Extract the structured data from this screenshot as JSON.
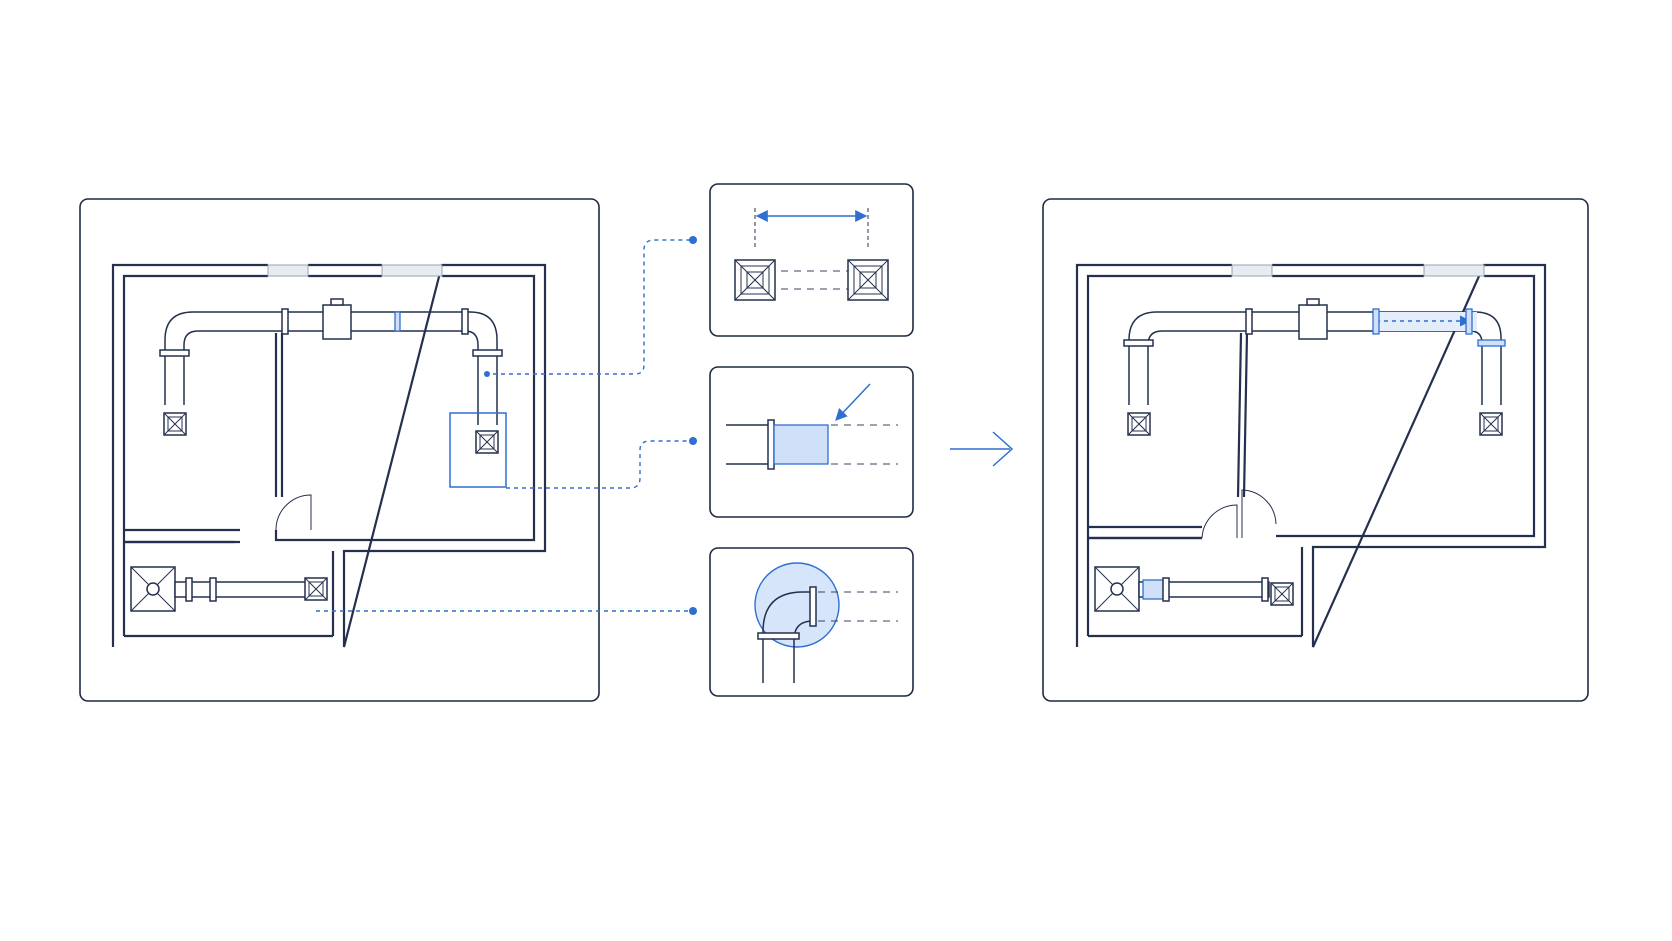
{
  "diagram": {
    "panels": [
      {
        "id": "before-plan",
        "role": "floor plan before adjustment"
      },
      {
        "id": "detail-spacing",
        "role": "detail: spacing between diffusers"
      },
      {
        "id": "detail-connector",
        "role": "detail: duct connector segment"
      },
      {
        "id": "detail-elbow",
        "role": "detail: duct elbow"
      },
      {
        "id": "after-plan",
        "role": "floor plan after adjustment"
      }
    ],
    "icons": [
      "diffuser-icon",
      "elbow-icon",
      "damper-icon",
      "arrow-right-icon",
      "connector-dot-icon"
    ],
    "colors": {
      "line": "#24304d",
      "frame": "#1f2a44",
      "accent": "#2f6fd1",
      "accent_fill": "#cfe0f8",
      "window": "#e7ebf2",
      "background": "#ffffff"
    }
  }
}
